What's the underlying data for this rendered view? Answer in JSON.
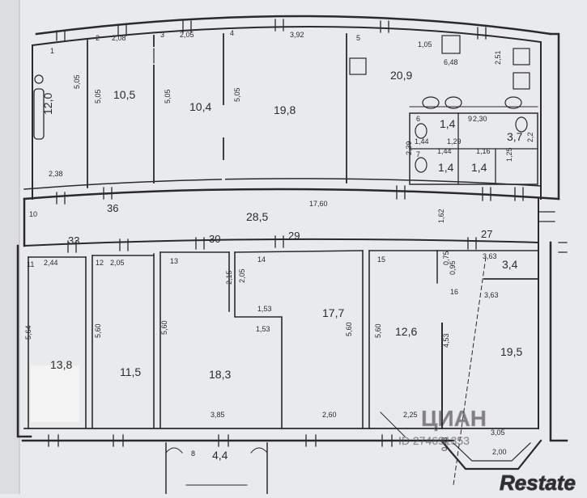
{
  "rooms": [
    {
      "num": "1",
      "area": "12,0"
    },
    {
      "num": "2",
      "area": "10,5"
    },
    {
      "num": "3",
      "area": "10,4"
    },
    {
      "num": "4",
      "area": "19,8"
    },
    {
      "num": "5",
      "area": "20,9"
    },
    {
      "num": "6",
      "area": "1,4"
    },
    {
      "num": "7",
      "area": "1,4"
    },
    {
      "num": "",
      "area": "1,4"
    },
    {
      "num": "9",
      "area": "3,7"
    },
    {
      "num": "10",
      "area": "28,5"
    },
    {
      "num": "11",
      "area": "13,8"
    },
    {
      "num": "12",
      "area": "11,5"
    },
    {
      "num": "13",
      "area": "18,3"
    },
    {
      "num": "14",
      "area": "17,7"
    },
    {
      "num": "15",
      "area": "12,6"
    },
    {
      "num": "16",
      "area": "19,5"
    },
    {
      "num": "",
      "area": "3,4"
    },
    {
      "num": "8",
      "area": "4,4"
    }
  ],
  "corridor_marks": [
    "36",
    "33",
    "30",
    "29",
    "27"
  ],
  "dimensions": [
    "5,05",
    "2,08",
    "2,05",
    "3,92",
    "1,05",
    "6,48",
    "2,51",
    "5,05",
    "5,05",
    "5,05",
    "2,38",
    "2,39",
    "1,44",
    "1,29",
    "2,30",
    "1,44",
    "1,16",
    "1,25",
    "2,2",
    "17,60",
    "1,62",
    "2,44",
    "2,05",
    "0,75",
    "3,63",
    "0,95",
    "3,63",
    "2,15",
    "2,05",
    "1,53",
    "1,53",
    "5,64",
    "5,60",
    "5,60",
    "5,60",
    "5,60",
    "4,53",
    "3,85",
    "2,60",
    "2,25",
    "0,43",
    "3,05",
    "2,00"
  ],
  "watermark": {
    "brand": "ЦИАН",
    "id": "ID 274691353",
    "logo": "Restate"
  }
}
